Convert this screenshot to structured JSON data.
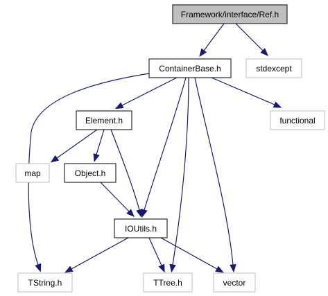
{
  "colors": {
    "edge": "#191970",
    "border_local": "#000000",
    "border_system": "#bfbfbf",
    "fill_root": "#bfbfbf",
    "fill_default": "#ffffff"
  },
  "nodes": {
    "ref_h": {
      "label": "Framework/interface/Ref.h",
      "kind": "root"
    },
    "containerbase_h": {
      "label": "ContainerBase.h",
      "kind": "local"
    },
    "stdexcept": {
      "label": "stdexcept",
      "kind": "system"
    },
    "element_h": {
      "label": "Element.h",
      "kind": "local"
    },
    "functional": {
      "label": "functional",
      "kind": "system"
    },
    "map": {
      "label": "map",
      "kind": "system"
    },
    "object_h": {
      "label": "Object.h",
      "kind": "local"
    },
    "ioutils_h": {
      "label": "IOUtils.h",
      "kind": "local"
    },
    "tstring_h": {
      "label": "TString.h",
      "kind": "system"
    },
    "ttree_h": {
      "label": "TTree.h",
      "kind": "system"
    },
    "vector": {
      "label": "vector",
      "kind": "system"
    }
  },
  "edges": [
    {
      "from": "ref_h",
      "to": "containerbase_h"
    },
    {
      "from": "ref_h",
      "to": "stdexcept"
    },
    {
      "from": "containerbase_h",
      "to": "element_h"
    },
    {
      "from": "containerbase_h",
      "to": "functional"
    },
    {
      "from": "containerbase_h",
      "to": "ioutils_h"
    },
    {
      "from": "containerbase_h",
      "to": "tstring_h"
    },
    {
      "from": "containerbase_h",
      "to": "ttree_h"
    },
    {
      "from": "containerbase_h",
      "to": "vector"
    },
    {
      "from": "element_h",
      "to": "map"
    },
    {
      "from": "element_h",
      "to": "object_h"
    },
    {
      "from": "element_h",
      "to": "ioutils_h"
    },
    {
      "from": "object_h",
      "to": "ioutils_h"
    },
    {
      "from": "ioutils_h",
      "to": "tstring_h"
    },
    {
      "from": "ioutils_h",
      "to": "ttree_h"
    },
    {
      "from": "ioutils_h",
      "to": "vector"
    }
  ]
}
